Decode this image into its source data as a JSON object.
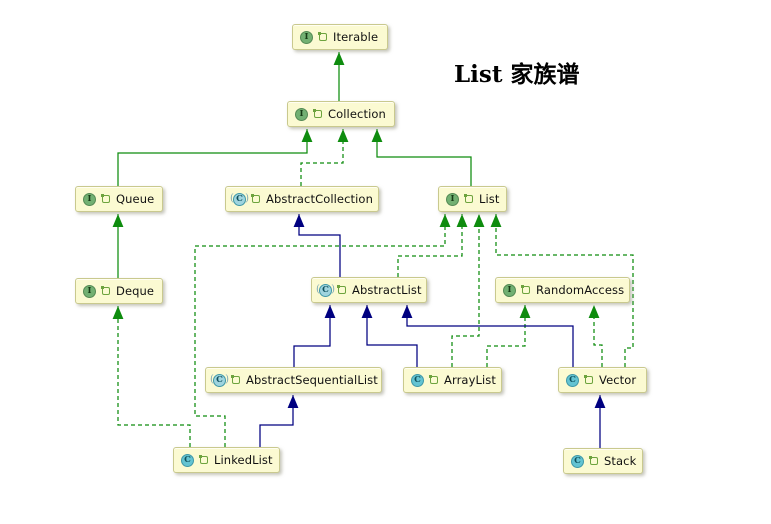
{
  "title": "List 家族谱",
  "colors": {
    "interface_edge_green": "#0e8c0e",
    "class_extends_blue": "#000080",
    "node_fill": "#fbfad2",
    "node_border": "#c9c98e",
    "interface_icon_green": "#72b072",
    "class_icon_teal": "#63c3d2"
  },
  "nodes": {
    "iterable": {
      "label": "Iterable",
      "kind": "interface",
      "icon": "I"
    },
    "collection": {
      "label": "Collection",
      "kind": "interface",
      "icon": "I"
    },
    "queue": {
      "label": "Queue",
      "kind": "interface",
      "icon": "I"
    },
    "abstract_collection": {
      "label": "AbstractCollection",
      "kind": "abstract-class",
      "icon": "C"
    },
    "list": {
      "label": "List",
      "kind": "interface",
      "icon": "I"
    },
    "deque": {
      "label": "Deque",
      "kind": "interface",
      "icon": "I"
    },
    "abstract_list": {
      "label": "AbstractList",
      "kind": "abstract-class",
      "icon": "C"
    },
    "random_access": {
      "label": "RandomAccess",
      "kind": "interface",
      "icon": "I"
    },
    "abstract_sequential_list": {
      "label": "AbstractSequentialList",
      "kind": "abstract-class",
      "icon": "C"
    },
    "array_list": {
      "label": "ArrayList",
      "kind": "class",
      "icon": "C"
    },
    "vector": {
      "label": "Vector",
      "kind": "class",
      "icon": "C"
    },
    "linked_list": {
      "label": "LinkedList",
      "kind": "class",
      "icon": "C"
    },
    "stack": {
      "label": "Stack",
      "kind": "class",
      "icon": "C"
    }
  },
  "edges": [
    {
      "from": "Collection",
      "to": "Iterable",
      "relation": "extends",
      "style": "solid-green"
    },
    {
      "from": "Queue",
      "to": "Collection",
      "relation": "extends",
      "style": "solid-green"
    },
    {
      "from": "List",
      "to": "Collection",
      "relation": "extends",
      "style": "solid-green"
    },
    {
      "from": "AbstractCollection",
      "to": "Collection",
      "relation": "implements",
      "style": "dashed-green"
    },
    {
      "from": "Deque",
      "to": "Queue",
      "relation": "extends",
      "style": "solid-green"
    },
    {
      "from": "AbstractList",
      "to": "AbstractCollection",
      "relation": "extends",
      "style": "solid-blue"
    },
    {
      "from": "AbstractList",
      "to": "List",
      "relation": "implements",
      "style": "dashed-green"
    },
    {
      "from": "AbstractSequentialList",
      "to": "AbstractList",
      "relation": "extends",
      "style": "solid-blue"
    },
    {
      "from": "ArrayList",
      "to": "AbstractList",
      "relation": "extends",
      "style": "solid-blue"
    },
    {
      "from": "ArrayList",
      "to": "List",
      "relation": "implements",
      "style": "dashed-green"
    },
    {
      "from": "ArrayList",
      "to": "RandomAccess",
      "relation": "implements",
      "style": "dashed-green"
    },
    {
      "from": "Vector",
      "to": "AbstractList",
      "relation": "extends",
      "style": "solid-blue"
    },
    {
      "from": "Vector",
      "to": "List",
      "relation": "implements",
      "style": "dashed-green"
    },
    {
      "from": "Vector",
      "to": "RandomAccess",
      "relation": "implements",
      "style": "dashed-green"
    },
    {
      "from": "LinkedList",
      "to": "AbstractSequentialList",
      "relation": "extends",
      "style": "solid-blue"
    },
    {
      "from": "LinkedList",
      "to": "List",
      "relation": "implements",
      "style": "dashed-green"
    },
    {
      "from": "LinkedList",
      "to": "Deque",
      "relation": "implements",
      "style": "dashed-green"
    },
    {
      "from": "Stack",
      "to": "Vector",
      "relation": "extends",
      "style": "solid-blue"
    }
  ]
}
